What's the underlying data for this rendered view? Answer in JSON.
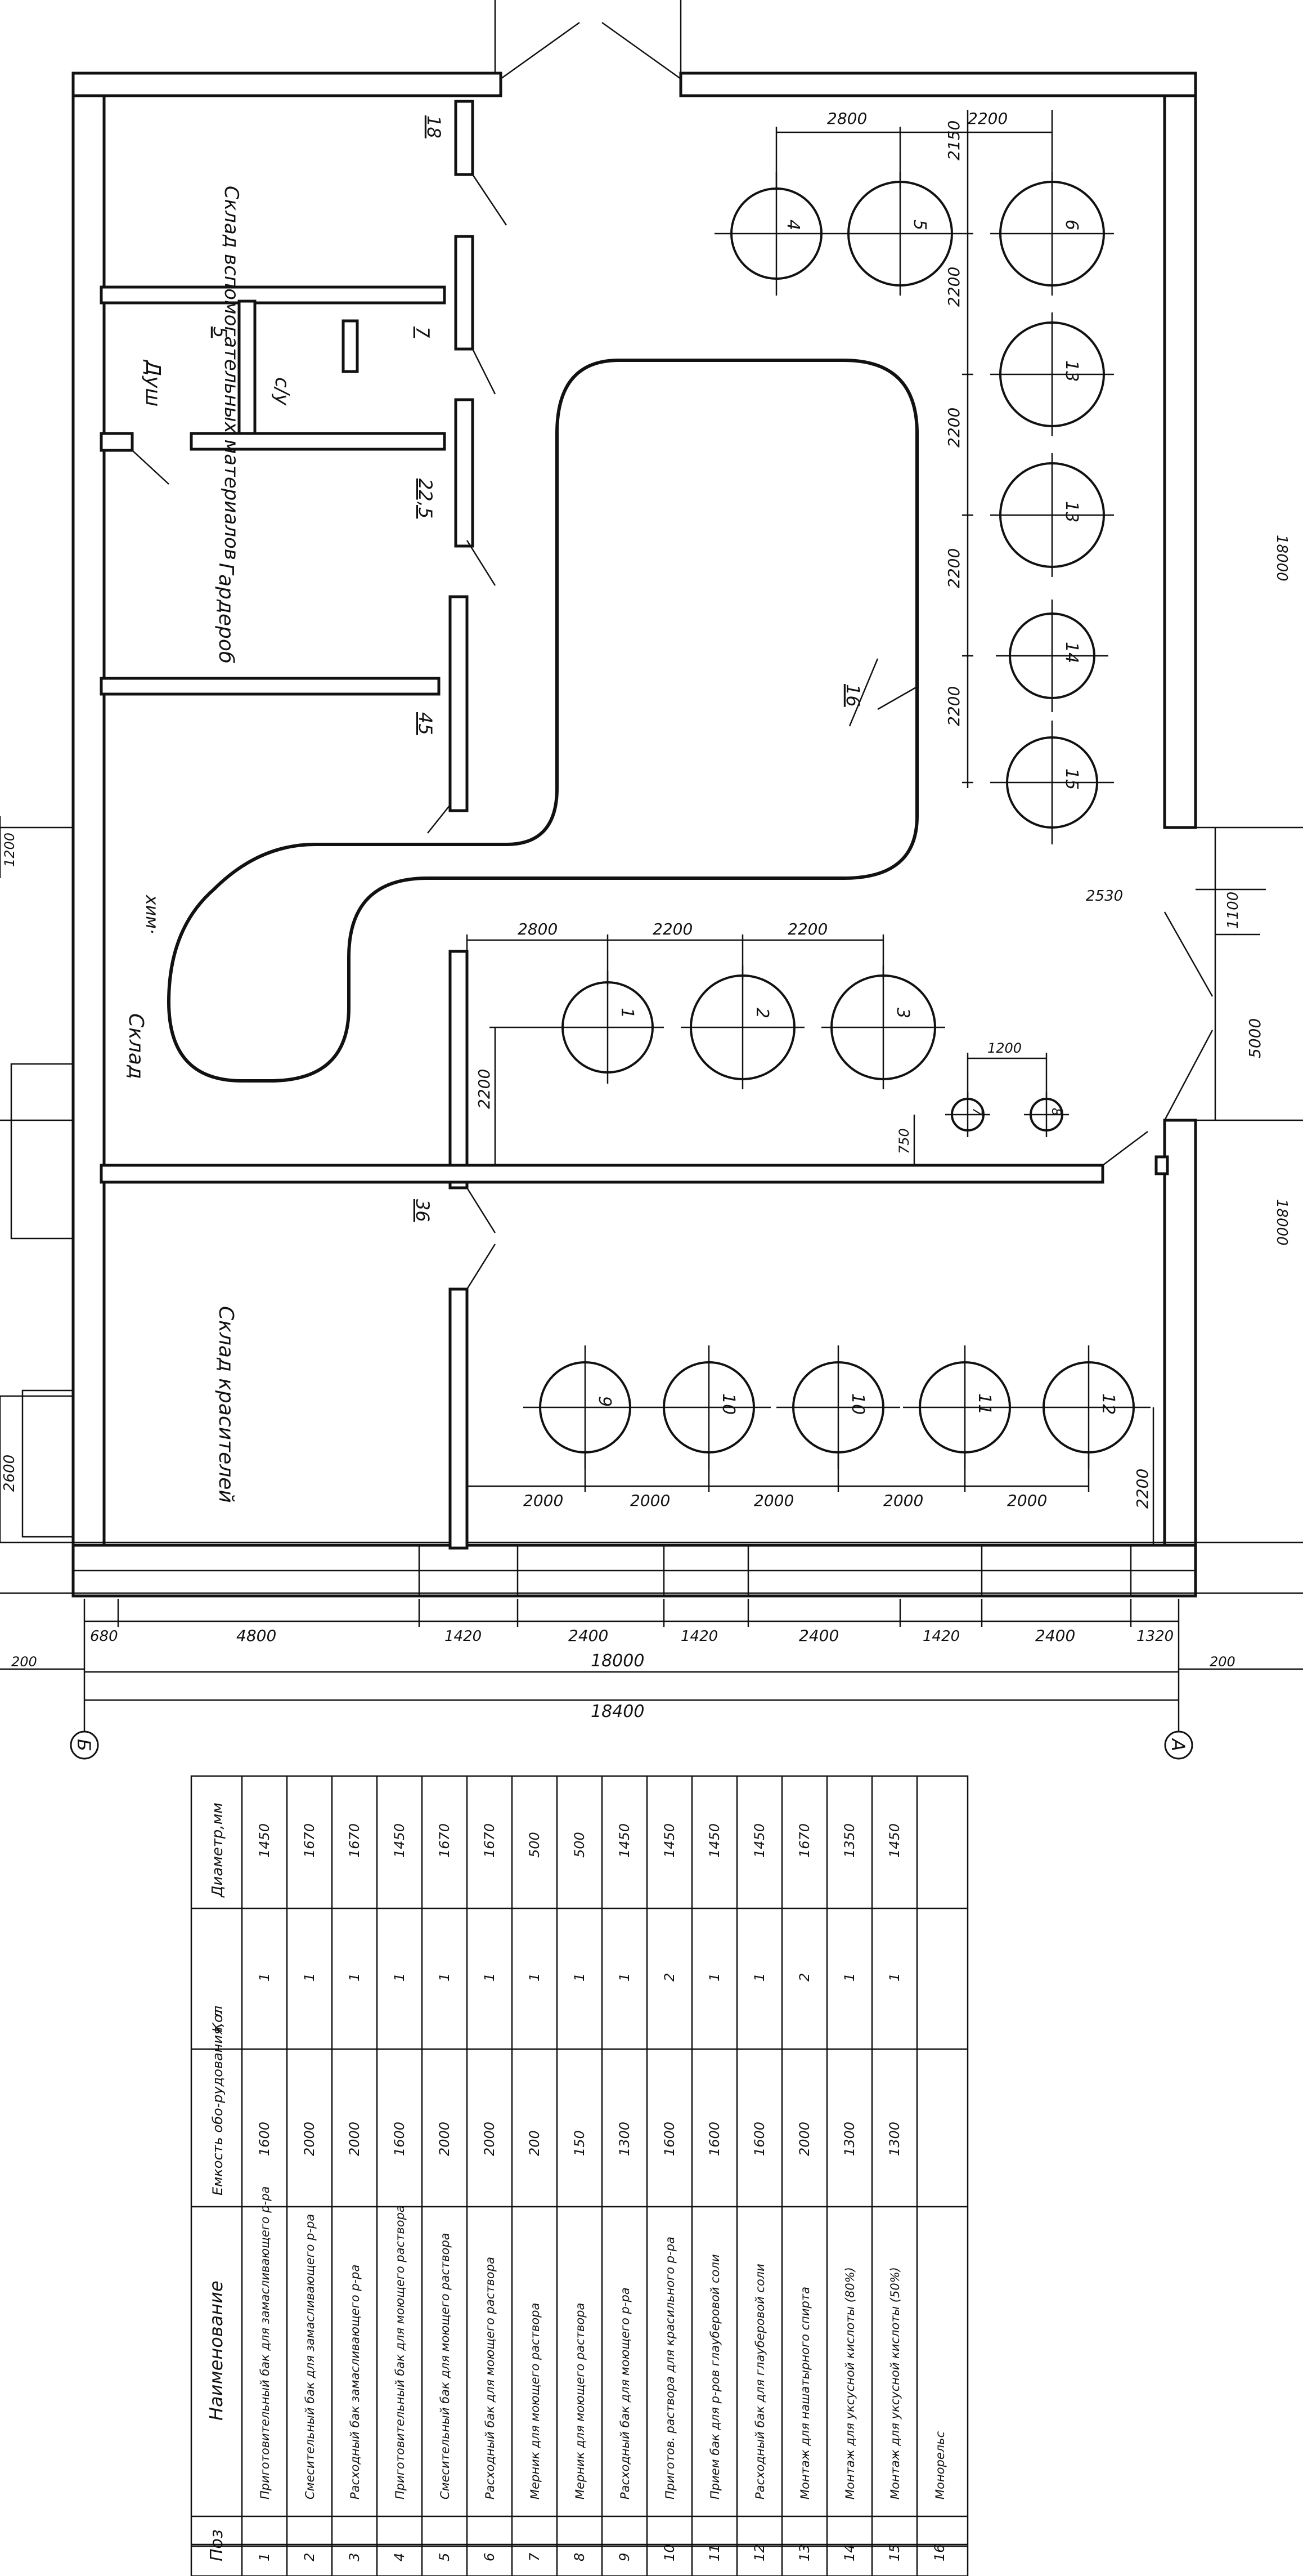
{
  "rooms": {
    "aux_storage": "Склад вспомогательных материалов",
    "shower": "Душ",
    "wc": "с/у",
    "wardrobe": "Гардероб",
    "storage_main": "Склад",
    "storage_main_tail": "хим·",
    "dye_storage": "Склад красителей"
  },
  "areas": {
    "aux_storage": "18",
    "shower": "5",
    "wc": "7",
    "wardrobe": "22,5",
    "storage": "45",
    "dye_storage": "36"
  },
  "callout": "16",
  "axis_marks": {
    "left": "Б",
    "right": "А"
  },
  "tanks": [
    {
      "pos": "1"
    },
    {
      "pos": "2"
    },
    {
      "pos": "3"
    },
    {
      "pos": "4"
    },
    {
      "pos": "5"
    },
    {
      "pos": "6"
    },
    {
      "pos": "7"
    },
    {
      "pos": "8"
    },
    {
      "pos": "9"
    },
    {
      "pos": "10"
    },
    {
      "pos": "10"
    },
    {
      "pos": "11"
    },
    {
      "pos": "12"
    },
    {
      "pos": "13"
    },
    {
      "pos": "13"
    },
    {
      "pos": "14"
    },
    {
      "pos": "15"
    }
  ],
  "dimensions": {
    "top_row": [
      "2800",
      "2200"
    ],
    "right_column": [
      "2150",
      "2200",
      "2200",
      "2200",
      "2200"
    ],
    "mid_row": [
      "2800",
      "2200",
      "2200"
    ],
    "small_tanks": [
      "1200"
    ],
    "mid_vertical": [
      "2200",
      "750"
    ],
    "bottom_row": [
      "2000",
      "2000",
      "2000",
      "2000",
      "2000"
    ],
    "bottom_right": [
      "2200"
    ],
    "chain": [
      "680",
      "4800",
      "1420",
      "2400",
      "1420",
      "2400",
      "1420",
      "2400",
      "1320"
    ],
    "overall_a": "18000",
    "overall_b": "18400",
    "end_left": "200",
    "end_right": "200",
    "side_left": [
      "1200",
      "2600"
    ],
    "side_right": [
      "1100",
      "5000",
      "2530",
      "18000",
      "18000"
    ]
  },
  "table": {
    "headers": {
      "pos": "Поз",
      "name": "Наименование",
      "capacity": "Емкость обо-рудования, л",
      "qty": "Кол",
      "diameter": "Диаметр,мм"
    },
    "rows": [
      {
        "pos": "1",
        "name": "Приготовительный бак для замасливающего р-ра",
        "capacity": "1600",
        "qty": "1",
        "diameter": "1450"
      },
      {
        "pos": "2",
        "name": "Смесительный бак для замасливающего р-ра",
        "capacity": "2000",
        "qty": "1",
        "diameter": "1670"
      },
      {
        "pos": "3",
        "name": "Расходный бак замасливающего р-ра",
        "capacity": "2000",
        "qty": "1",
        "diameter": "1670"
      },
      {
        "pos": "4",
        "name": "Приготовительный бак для моющего раствора",
        "capacity": "1600",
        "qty": "1",
        "diameter": "1450"
      },
      {
        "pos": "5",
        "name": "Смесительный бак для моющего раствора",
        "capacity": "2000",
        "qty": "1",
        "diameter": "1670"
      },
      {
        "pos": "6",
        "name": "Расходный бак для моющего раствора",
        "capacity": "2000",
        "qty": "1",
        "diameter": "1670"
      },
      {
        "pos": "7",
        "name": "Мерник для моющего раствора",
        "capacity": "200",
        "qty": "1",
        "diameter": "500"
      },
      {
        "pos": "8",
        "name": "Мерник для моющего раствора",
        "capacity": "150",
        "qty": "1",
        "diameter": "500"
      },
      {
        "pos": "9",
        "name": "Расходный бак для моющего р-ра",
        "capacity": "1300",
        "qty": "1",
        "diameter": "1450"
      },
      {
        "pos": "10",
        "name": "Приготов. раствора для красильного р-ра",
        "capacity": "1600",
        "qty": "2",
        "diameter": "1450"
      },
      {
        "pos": "11",
        "name": "Прием бак для р-ров глауберовой соли",
        "capacity": "1600",
        "qty": "1",
        "diameter": "1450"
      },
      {
        "pos": "12",
        "name": "Расходный бак для глауберовой соли",
        "capacity": "1600",
        "qty": "1",
        "diameter": "1450"
      },
      {
        "pos": "13",
        "name": "Монтаж для нашатырного спирта",
        "capacity": "2000",
        "qty": "2",
        "diameter": "1670"
      },
      {
        "pos": "14",
        "name": "Монтаж для уксусной кислоты (80%)",
        "capacity": "1300",
        "qty": "1",
        "diameter": "1350"
      },
      {
        "pos": "15",
        "name": "Монтаж для уксусной кислоты (50%)",
        "capacity": "1300",
        "qty": "1",
        "diameter": "1450"
      },
      {
        "pos": "16",
        "name": "Монорельс",
        "capacity": "",
        "qty": "",
        "diameter": ""
      }
    ]
  }
}
